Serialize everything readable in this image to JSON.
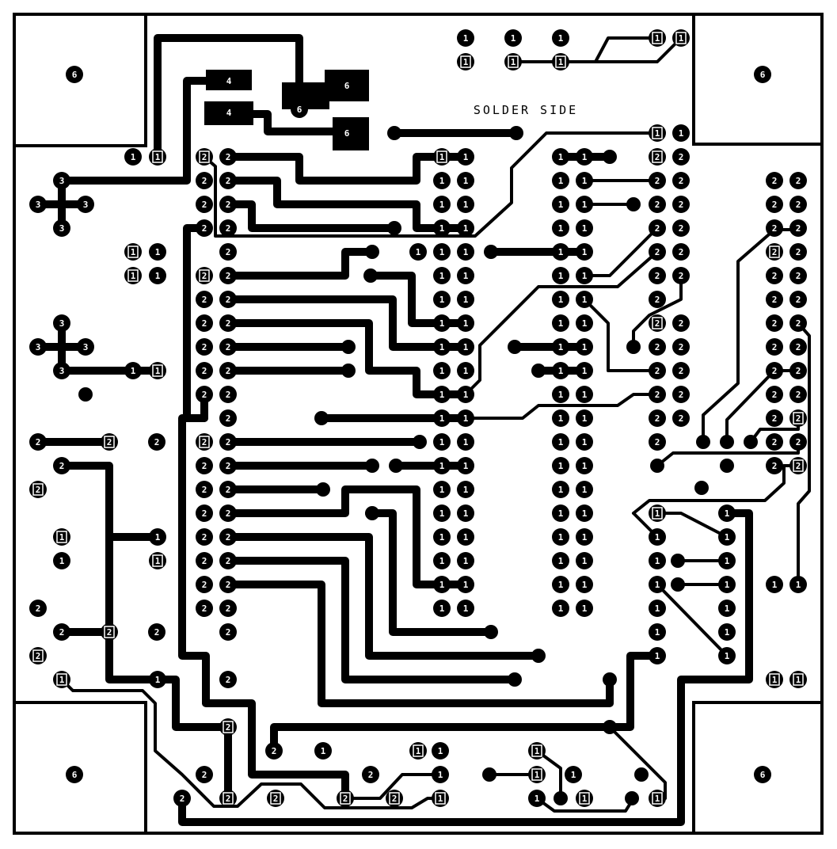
{
  "board": {
    "title": "SOLDER SIDE",
    "color_fg": "#000000",
    "color_bg": "#ffffff"
  },
  "corners": [
    {
      "label": "6"
    },
    {
      "label": "6"
    },
    {
      "label": "6"
    },
    {
      "label": "6"
    }
  ],
  "top_pads": [
    {
      "label": "1"
    },
    {
      "label": "1"
    },
    {
      "label": "1"
    },
    {
      "label": "1"
    },
    {
      "label": "1"
    },
    {
      "label": "1"
    },
    {
      "label": "1"
    },
    {
      "label": "1"
    }
  ],
  "blocks": [
    {
      "label": "4"
    },
    {
      "label": "4"
    },
    {
      "label": "6"
    },
    {
      "label": "6"
    },
    {
      "label": "6"
    }
  ],
  "crosses": [
    {
      "center": "3",
      "left": "3",
      "right": "3",
      "bottom": "3"
    },
    {
      "center": "3",
      "left": "3",
      "right": "3",
      "bottom": "3"
    }
  ],
  "labels": {
    "one": "1",
    "two": "2"
  }
}
